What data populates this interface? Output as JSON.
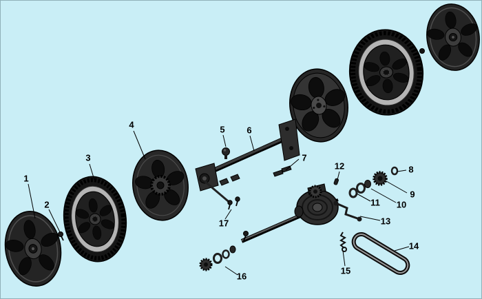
{
  "diagram": {
    "title": "wheel-drive-exploded-parts-diagram",
    "background_color": "#c9eef6",
    "ink_color": "#111111",
    "highlight_color": "#b4b4b4",
    "labels": [
      {
        "part": "1"
      },
      {
        "part": "2"
      },
      {
        "part": "3"
      },
      {
        "part": "4"
      },
      {
        "part": "5"
      },
      {
        "part": "6"
      },
      {
        "part": "7"
      },
      {
        "part": "8"
      },
      {
        "part": "9"
      },
      {
        "part": "10"
      },
      {
        "part": "11"
      },
      {
        "part": "12"
      },
      {
        "part": "13"
      },
      {
        "part": "14"
      },
      {
        "part": "15"
      },
      {
        "part": "16"
      },
      {
        "part": "17"
      }
    ]
  }
}
